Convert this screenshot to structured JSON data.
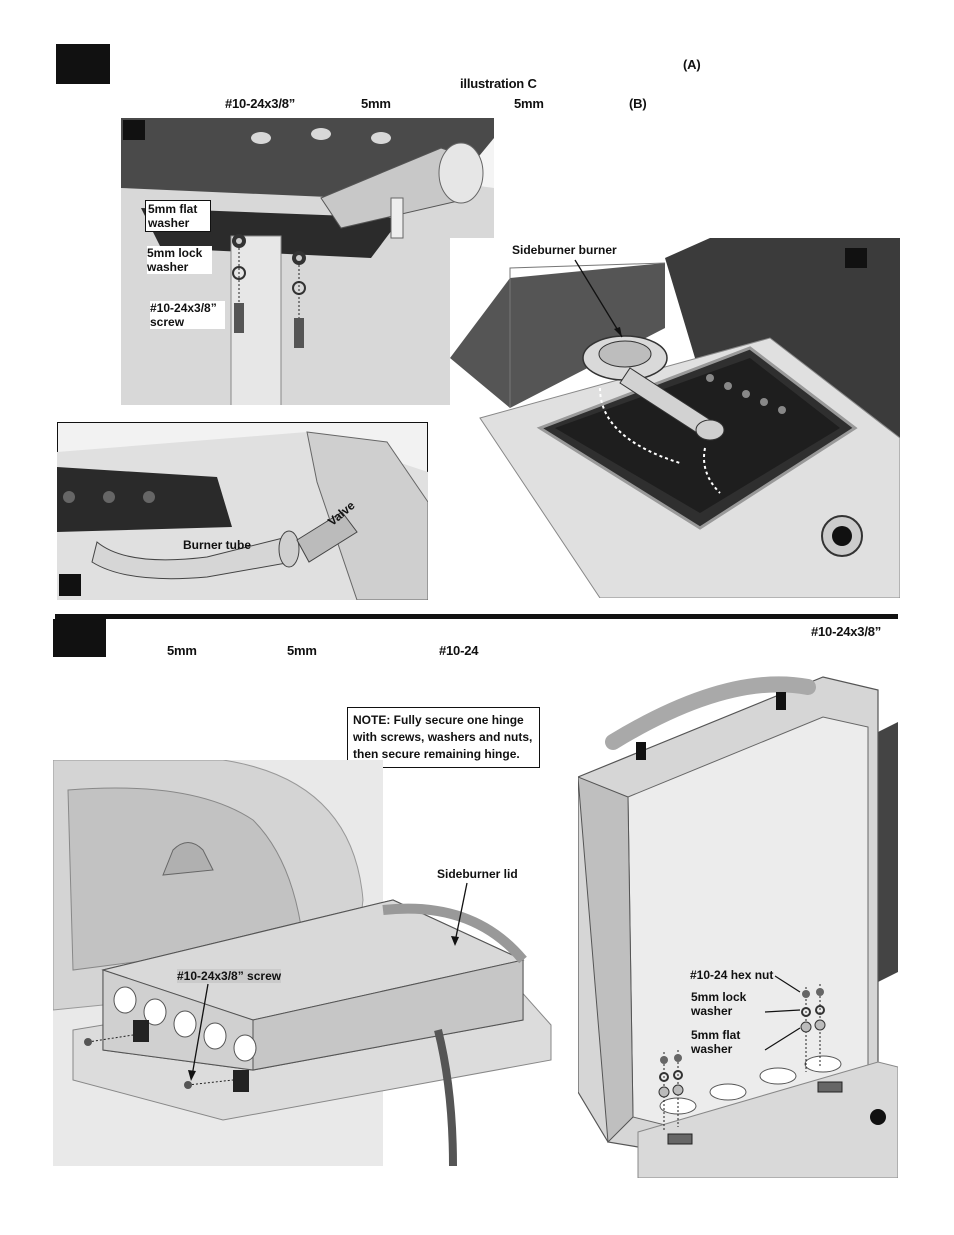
{
  "step1": {
    "header_fragments": {
      "ref_a": "(A)",
      "illustration": "illustration C",
      "screw": "#10-24x3/8”",
      "mm1": "5mm",
      "mm2": "5mm",
      "ref_b": "(B)"
    },
    "fig_a_labels": {
      "flat_washer": "5mm flat washer",
      "lock_washer": "5mm lock washer",
      "screw": "#10-24x3/8” screw"
    },
    "fig_b_labels": {
      "burner": "Sideburner burner"
    },
    "fig_c_labels": {
      "burner_tube": "Burner tube",
      "valve": "Valve"
    }
  },
  "step2": {
    "header_fragments": {
      "screw": "#10-24x3/8”",
      "mm1": "5mm",
      "mm2": "5mm",
      "nut": "#10-24"
    },
    "note": "NOTE: Fully secure one hinge with screws, washers and nuts, then secure remaining hinge.",
    "left_labels": {
      "lid": "Sideburner lid",
      "screw": "#10-24x3/8” screw"
    },
    "right_labels": {
      "hex_nut": "#10-24 hex nut",
      "lock_washer": "5mm lock washer",
      "flat_washer": "5mm flat washer"
    }
  },
  "colors": {
    "ink": "#111111",
    "metal_light": "#e3e3e3",
    "metal_mid": "#bdbdbd",
    "metal_dark": "#3a3a3a"
  }
}
